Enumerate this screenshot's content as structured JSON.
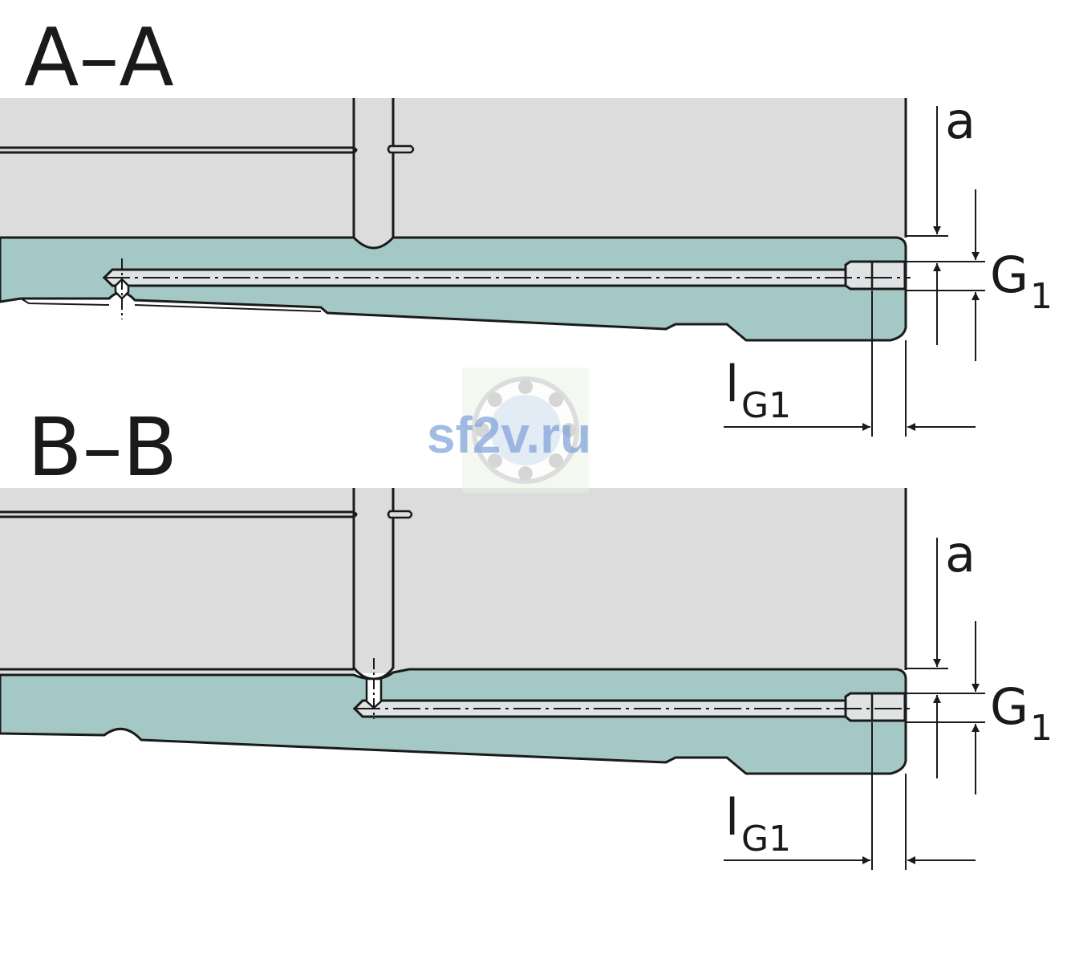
{
  "sections": [
    {
      "title": "A–A",
      "dims": {
        "a": "a",
        "g_main": "G",
        "g_sub": "1",
        "l_main": "l",
        "l_sub": "G1"
      }
    },
    {
      "title": "B–B",
      "dims": {
        "a": "a",
        "g_main": "G",
        "g_sub": "1",
        "l_main": "l",
        "l_sub": "G1"
      }
    }
  ],
  "watermark": {
    "text": "sf2v.ru"
  },
  "colors": {
    "housing": "#dcdcdc",
    "rail": "#a4c8c6",
    "bore": "#dfe3e3",
    "outline": "#1a1a1a",
    "watermark": "#6f95d6"
  }
}
